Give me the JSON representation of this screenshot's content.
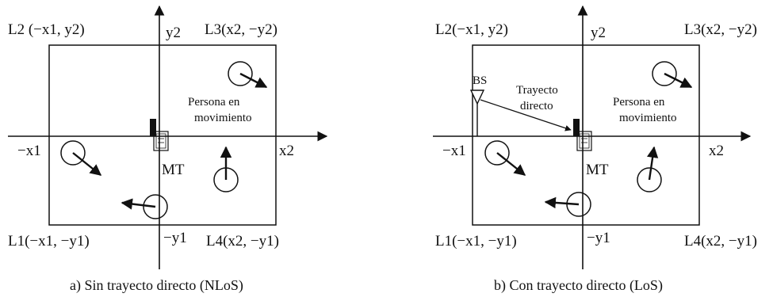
{
  "panel_a": {
    "corner_tl": "L2 (−x1, y2)",
    "corner_tr": "L3(x2, −y2)",
    "corner_bl": "L1(−x1, −y1)",
    "corner_br": "L4(x2, −y1)",
    "axis_y_pos": "y2",
    "axis_y_neg": "−y1",
    "axis_x_neg": "−x1",
    "axis_x_pos": "x2",
    "mt_label": "MT",
    "person_line1": "Persona en",
    "person_line2": "movimiento",
    "caption": "a) Sin trayecto directo (NLoS)"
  },
  "panel_b": {
    "corner_tl": "L2(−x1, y2)",
    "corner_tr": "L3(x2, −y2)",
    "corner_bl": "L1(−x1, −y1)",
    "corner_br": "L4(x2, −y1)",
    "axis_y_pos": "y2",
    "axis_y_neg": "−y1",
    "axis_x_neg": "−x1",
    "axis_x_pos": "x2",
    "mt_label": "MT",
    "bs_label": "BS",
    "direct_line1": "Trayecto",
    "direct_line2": "directo",
    "person_line1": "Persona en",
    "person_line2": "movimiento",
    "caption": "b) Con trayecto directo (LoS)"
  }
}
